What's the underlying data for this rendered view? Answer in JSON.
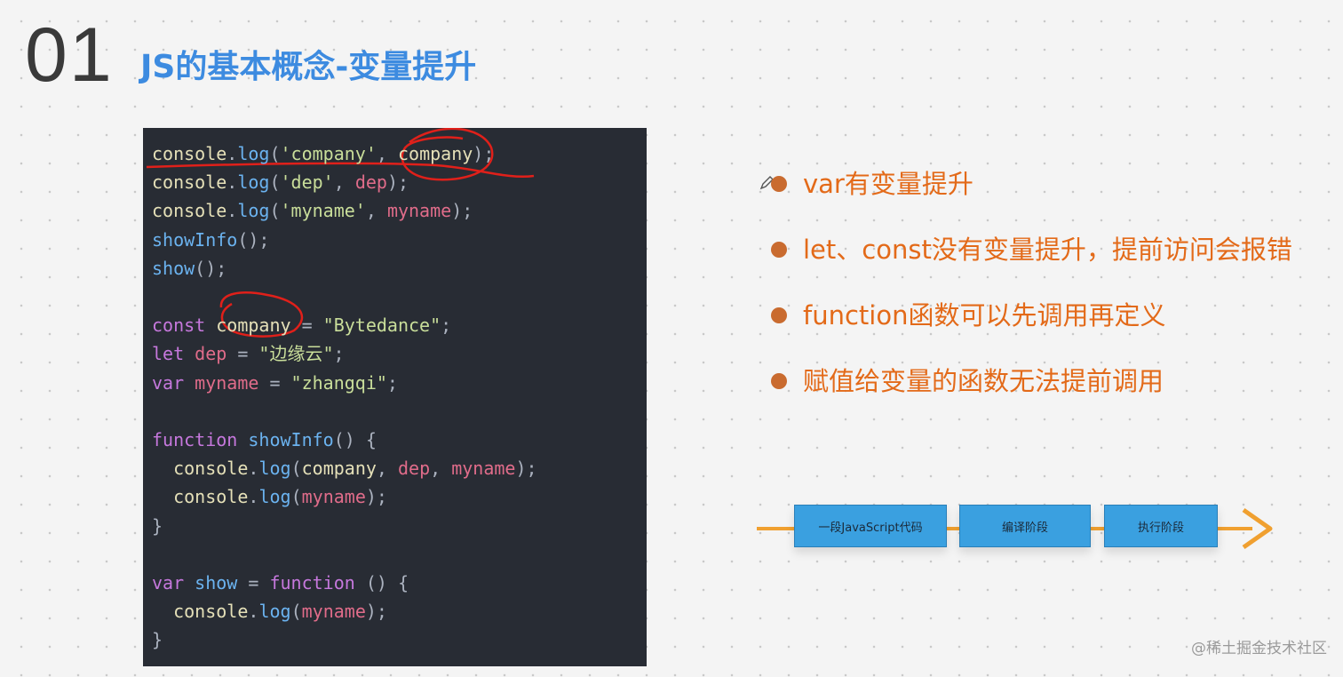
{
  "slide": {
    "number": "01",
    "title": "JS的基本概念-变量提升"
  },
  "code": {
    "lines": [
      [
        [
          "c-ident",
          "console"
        ],
        [
          "c-punc",
          "."
        ],
        [
          "c-fn",
          "log"
        ],
        [
          "c-punc",
          "("
        ],
        [
          "c-str",
          "'company'"
        ],
        [
          "c-punc",
          ", "
        ],
        [
          "c-ident",
          "company"
        ],
        [
          "c-punc",
          ");"
        ]
      ],
      [
        [
          "c-ident",
          "console"
        ],
        [
          "c-punc",
          "."
        ],
        [
          "c-fn",
          "log"
        ],
        [
          "c-punc",
          "("
        ],
        [
          "c-str",
          "'dep'"
        ],
        [
          "c-punc",
          ", "
        ],
        [
          "c-pink",
          "dep"
        ],
        [
          "c-punc",
          ");"
        ]
      ],
      [
        [
          "c-ident",
          "console"
        ],
        [
          "c-punc",
          "."
        ],
        [
          "c-fn",
          "log"
        ],
        [
          "c-punc",
          "("
        ],
        [
          "c-str",
          "'myname'"
        ],
        [
          "c-punc",
          ", "
        ],
        [
          "c-pink",
          "myname"
        ],
        [
          "c-punc",
          ");"
        ]
      ],
      [
        [
          "c-fn",
          "showInfo"
        ],
        [
          "c-punc",
          "();"
        ]
      ],
      [
        [
          "c-fn",
          "show"
        ],
        [
          "c-punc",
          "();"
        ]
      ],
      [],
      [
        [
          "c-kw",
          "const "
        ],
        [
          "c-ident",
          "company"
        ],
        [
          "c-punc",
          " = "
        ],
        [
          "c-str",
          "\"Bytedance\""
        ],
        [
          "c-punc",
          ";"
        ]
      ],
      [
        [
          "c-kw",
          "let "
        ],
        [
          "c-pink",
          "dep"
        ],
        [
          "c-punc",
          " = "
        ],
        [
          "c-str",
          "\"边缘云\""
        ],
        [
          "c-punc",
          ";"
        ]
      ],
      [
        [
          "c-kw",
          "var "
        ],
        [
          "c-pink",
          "myname"
        ],
        [
          "c-punc",
          " = "
        ],
        [
          "c-str",
          "\"zhangqi\""
        ],
        [
          "c-punc",
          ";"
        ]
      ],
      [],
      [
        [
          "c-kw",
          "function "
        ],
        [
          "c-fn",
          "showInfo"
        ],
        [
          "c-punc",
          "() {"
        ]
      ],
      [
        [
          "c-punc",
          "  "
        ],
        [
          "c-ident",
          "console"
        ],
        [
          "c-punc",
          "."
        ],
        [
          "c-fn",
          "log"
        ],
        [
          "c-punc",
          "("
        ],
        [
          "c-ident",
          "company"
        ],
        [
          "c-punc",
          ", "
        ],
        [
          "c-pink",
          "dep"
        ],
        [
          "c-punc",
          ", "
        ],
        [
          "c-pink",
          "myname"
        ],
        [
          "c-punc",
          ");"
        ]
      ],
      [
        [
          "c-punc",
          "  "
        ],
        [
          "c-ident",
          "console"
        ],
        [
          "c-punc",
          "."
        ],
        [
          "c-fn",
          "log"
        ],
        [
          "c-punc",
          "("
        ],
        [
          "c-pink",
          "myname"
        ],
        [
          "c-punc",
          ");"
        ]
      ],
      [
        [
          "c-punc",
          "}"
        ]
      ],
      [],
      [
        [
          "c-kw",
          "var "
        ],
        [
          "c-fn",
          "show"
        ],
        [
          "c-punc",
          " = "
        ],
        [
          "c-kw",
          "function "
        ],
        [
          "c-punc",
          "() {"
        ]
      ],
      [
        [
          "c-punc",
          "  "
        ],
        [
          "c-ident",
          "console"
        ],
        [
          "c-punc",
          "."
        ],
        [
          "c-fn",
          "log"
        ],
        [
          "c-punc",
          "("
        ],
        [
          "c-pink",
          "myname"
        ],
        [
          "c-punc",
          ");"
        ]
      ],
      [
        [
          "c-punc",
          "}"
        ]
      ]
    ]
  },
  "bullets": [
    "var有变量提升",
    "let、const没有变量提升，提前访问会报错",
    "function函数可以先调用再定义",
    "赋值给变量的函数无法提前调用"
  ],
  "flow": {
    "steps": [
      "一段JavaScript代码",
      "编译阶段",
      "执行阶段"
    ],
    "line_color": "#f0a030",
    "box_color": "#3aa0e0"
  },
  "watermark": "@稀土掘金技术社区",
  "colors": {
    "title": "#3d8be0",
    "bullet_text": "#e36a19",
    "annotation": "#e0201a",
    "code_bg": "#282c34"
  }
}
